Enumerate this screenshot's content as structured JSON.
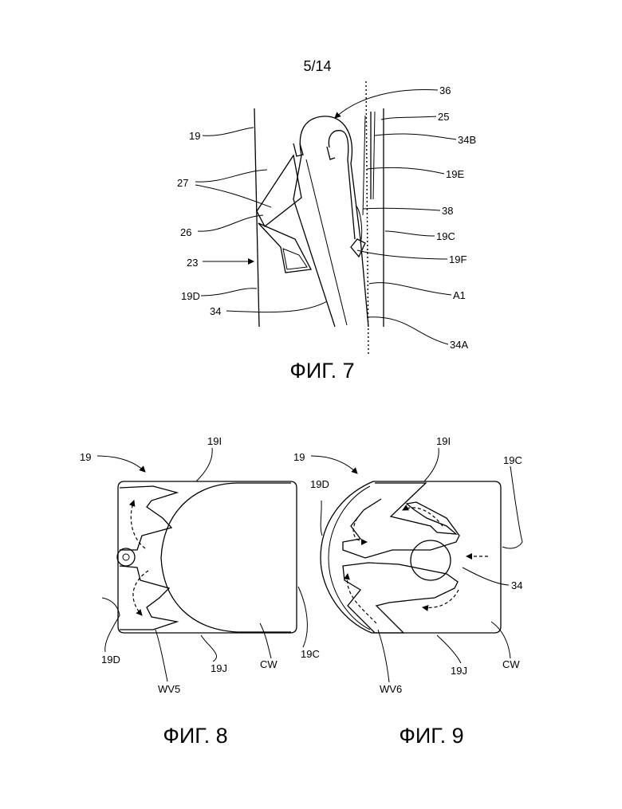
{
  "page_number": "5/14",
  "figures": {
    "fig7": {
      "caption": "ФИГ. 7",
      "labels": {
        "l36": "36",
        "l25": "25",
        "l19": "19",
        "l34B": "34B",
        "l19E": "19E",
        "l27": "27",
        "l38": "38",
        "l26": "26",
        "l19C": "19C",
        "l19F": "19F",
        "l23": "23",
        "l19D": "19D",
        "lA1": "A1",
        "l34": "34",
        "l34A": "34A"
      }
    },
    "fig8": {
      "caption": "ФИГ. 8",
      "labels": {
        "l19": "19",
        "l19I": "19I",
        "l19D": "19D",
        "lWV5": "WV5",
        "l19J": "19J",
        "lCW": "CW",
        "l19C": "19C"
      }
    },
    "fig9": {
      "caption": "ФИГ. 9",
      "labels": {
        "l19": "19",
        "l19I": "19I",
        "l19C": "19C",
        "l19D": "19D",
        "l34": "34",
        "lWV6": "WV6",
        "l19J": "19J",
        "lCW": "CW"
      }
    }
  }
}
